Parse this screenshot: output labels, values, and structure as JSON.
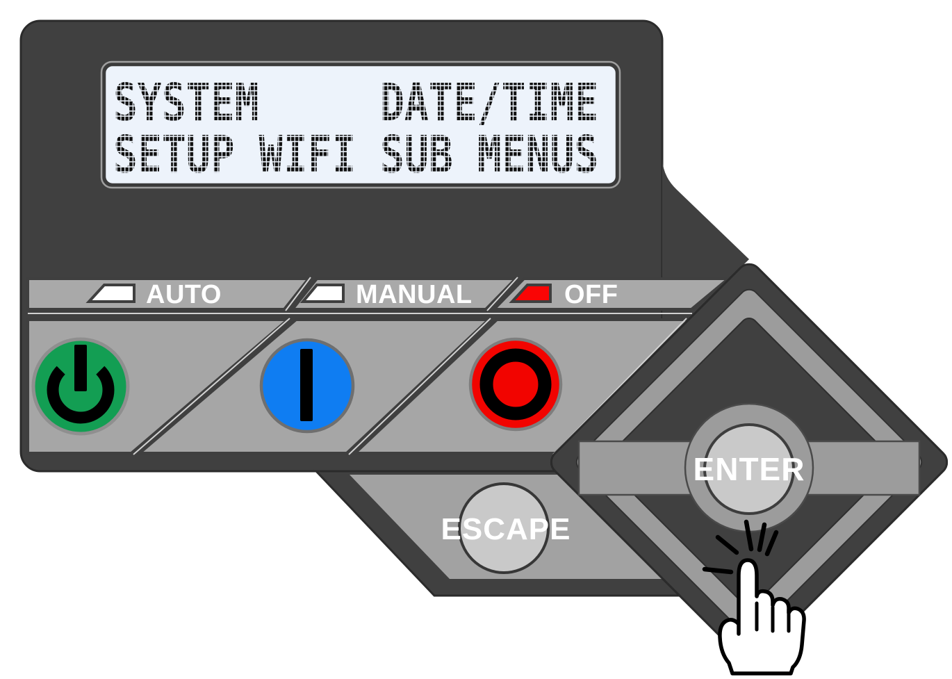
{
  "device_name": "control-panel-keypad",
  "lcd": {
    "line1_left": "SYSTEM",
    "line1_right": "DATE/TIME",
    "line2": "SETUP WIFI SUB MENUS"
  },
  "indicators": [
    {
      "label": "AUTO",
      "led": "white",
      "led_color": "#ffffff"
    },
    {
      "label": "MANUAL",
      "led": "white",
      "led_color": "#ffffff"
    },
    {
      "label": "OFF",
      "led": "red",
      "led_color": "#fa0505"
    }
  ],
  "mode_buttons": [
    {
      "name": "auto-power",
      "icon": "power-icon",
      "color": "#139e53"
    },
    {
      "name": "manual-on",
      "icon": "on-bar-icon",
      "color": "#0f7df2"
    },
    {
      "name": "off",
      "icon": "off-ring-icon",
      "color": "#f20400"
    }
  ],
  "action_buttons": {
    "escape": {
      "label": "ESCAPE"
    },
    "enter": {
      "label": "ENTER"
    }
  },
  "cursor": {
    "type": "hand-click-on-enter"
  },
  "colors": {
    "panel_dark": "#404040",
    "key_gray": "#a6a6a6",
    "strip_gray": "#a9a9a9",
    "trapezoid_gray": "#a2a2a2",
    "pad_gray": "#9c9c9c",
    "button_face": "#c9c9c9",
    "lcd_bg": "#edf3fb",
    "lcd_ink": "#101010",
    "label_white": "#ffffff"
  }
}
